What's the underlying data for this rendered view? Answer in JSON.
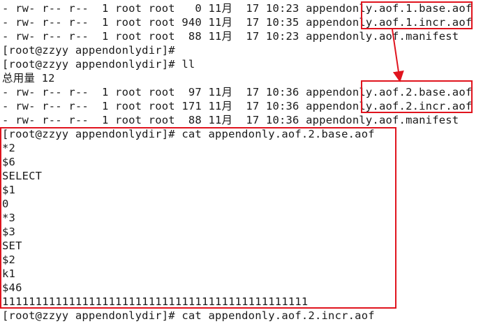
{
  "terminal": {
    "lines": [
      "- rw- r-- r--  1 root root   0 11月  17 10:23 appendonly.aof.1.base.aof",
      "- rw- r-- r--  1 root root 940 11月  17 10:35 appendonly.aof.1.incr.aof",
      "- rw- r-- r--  1 root root  88 11月  17 10:23 appendonly.aof.manifest",
      "[root@zzyy appendonlydir]# ",
      "[root@zzyy appendonlydir]# ll",
      "总用量 12",
      "- rw- r-- r--  1 root root  97 11月  17 10:36 appendonly.aof.2.base.aof",
      "- rw- r-- r--  1 root root 171 11月  17 10:36 appendonly.aof.2.incr.aof",
      "- rw- r-- r--  1 root root  88 11月  17 10:36 appendonly.aof.manifest",
      "[root@zzyy appendonlydir]# cat appendonly.aof.2.base.aof",
      "*2",
      "$6",
      "SELECT",
      "$1",
      "0",
      "*3",
      "$3",
      "SET",
      "$2",
      "k1",
      "$46",
      "1111111111111111111111111111111111111111111111",
      "[root@zzyy appendonlydir]# cat appendonly.aof.2.incr.aof"
    ]
  },
  "colors": {
    "annotation": "#e0141e",
    "text": "#1a1a1a",
    "background": "#ffffff"
  }
}
